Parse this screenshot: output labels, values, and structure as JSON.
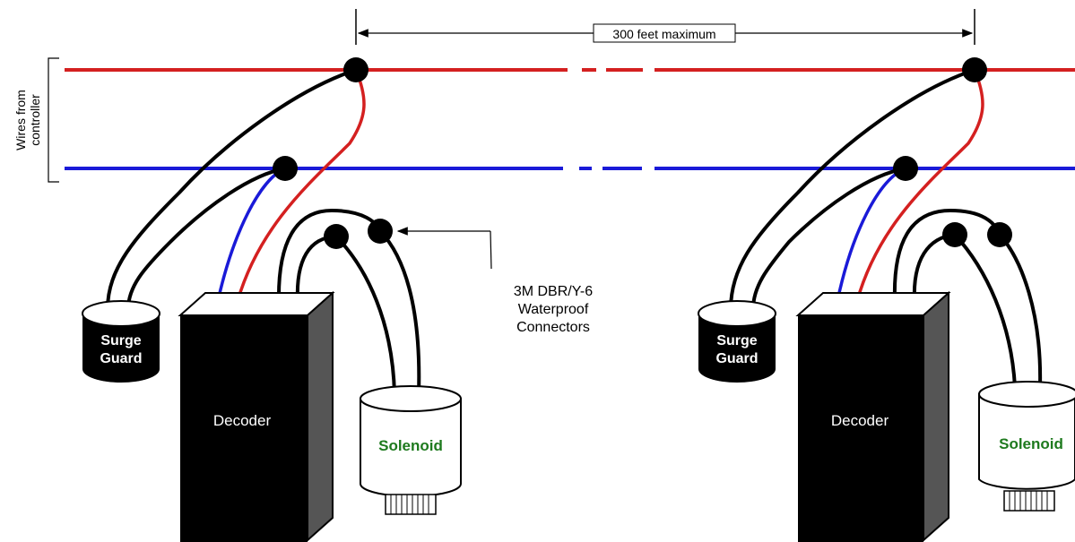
{
  "dimension_label": "300 feet maximum",
  "side_label": [
    "Wires from",
    "controller"
  ],
  "connector_callout": [
    "3M DBR/Y-6",
    "Waterproof",
    "Connectors"
  ],
  "units": [
    {
      "surge_guard": [
        "Surge",
        "Guard"
      ],
      "decoder": "Decoder",
      "solenoid": "Solenoid"
    },
    {
      "surge_guard": [
        "Surge",
        "Guard"
      ],
      "decoder": "Decoder",
      "solenoid": "Solenoid"
    }
  ],
  "colors": {
    "red_wire": "#d42020",
    "blue_wire": "#1a1ad8",
    "solenoid_text": "#1e7a1e",
    "box_black": "#000000",
    "box_side": "#555555"
  }
}
